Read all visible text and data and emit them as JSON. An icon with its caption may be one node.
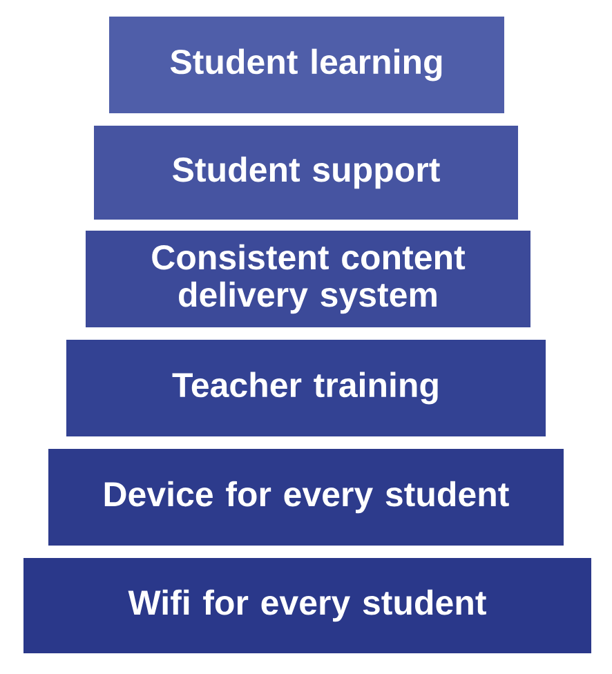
{
  "diagram": {
    "nodes": [
      {
        "text": [
          "Student learning"
        ]
      },
      {
        "text": [
          "Student support"
        ]
      },
      {
        "text": [
          "Consistent content delivery system"
        ]
      },
      {
        "text": [
          "Teacher training"
        ]
      },
      {
        "text": [
          "Device for every student"
        ]
      },
      {
        "text": [
          "Wifi for every student"
        ]
      }
    ]
  }
}
